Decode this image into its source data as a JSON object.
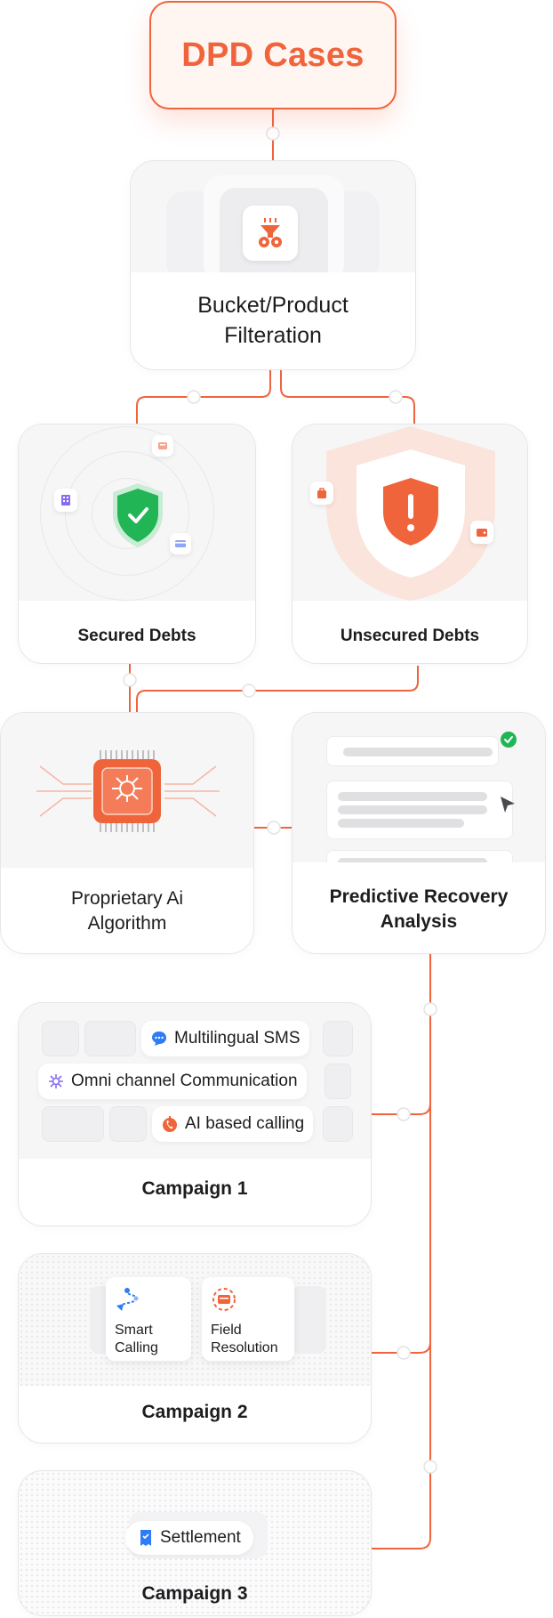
{
  "header": {
    "title": "DPD Cases"
  },
  "step_filter": {
    "title_line1": "Bucket/Product",
    "title_line2": "Filteration",
    "icon": "funnel-gear-icon"
  },
  "secured": {
    "title": "Secured Debts",
    "icon": "shield-check-icon"
  },
  "unsecured": {
    "title": "Unsecured Debts",
    "icon": "shield-alert-icon"
  },
  "algorithm": {
    "title_line1": "Proprietary Ai",
    "title_line2": "Algorithm",
    "icon": "ai-chip-icon"
  },
  "predictive": {
    "title_line1": "Predictive Recovery",
    "title_line2": "Analysis"
  },
  "campaign1": {
    "title": "Campaign 1",
    "chips": [
      "Multilingual SMS",
      "Omni channel Communication",
      "AI based calling"
    ]
  },
  "campaign2": {
    "title": "Campaign 2",
    "tiles": [
      {
        "line1": "Smart",
        "line2": "Calling"
      },
      {
        "line1": "Field",
        "line2": "Resolution"
      }
    ]
  },
  "campaign3": {
    "title": "Campaign 3",
    "chip": "Settlement"
  },
  "colors": {
    "accent": "#f0643c",
    "success": "#22b556",
    "chip_blue": "#2f7cf6",
    "chip_purple": "#8a6cf0"
  }
}
